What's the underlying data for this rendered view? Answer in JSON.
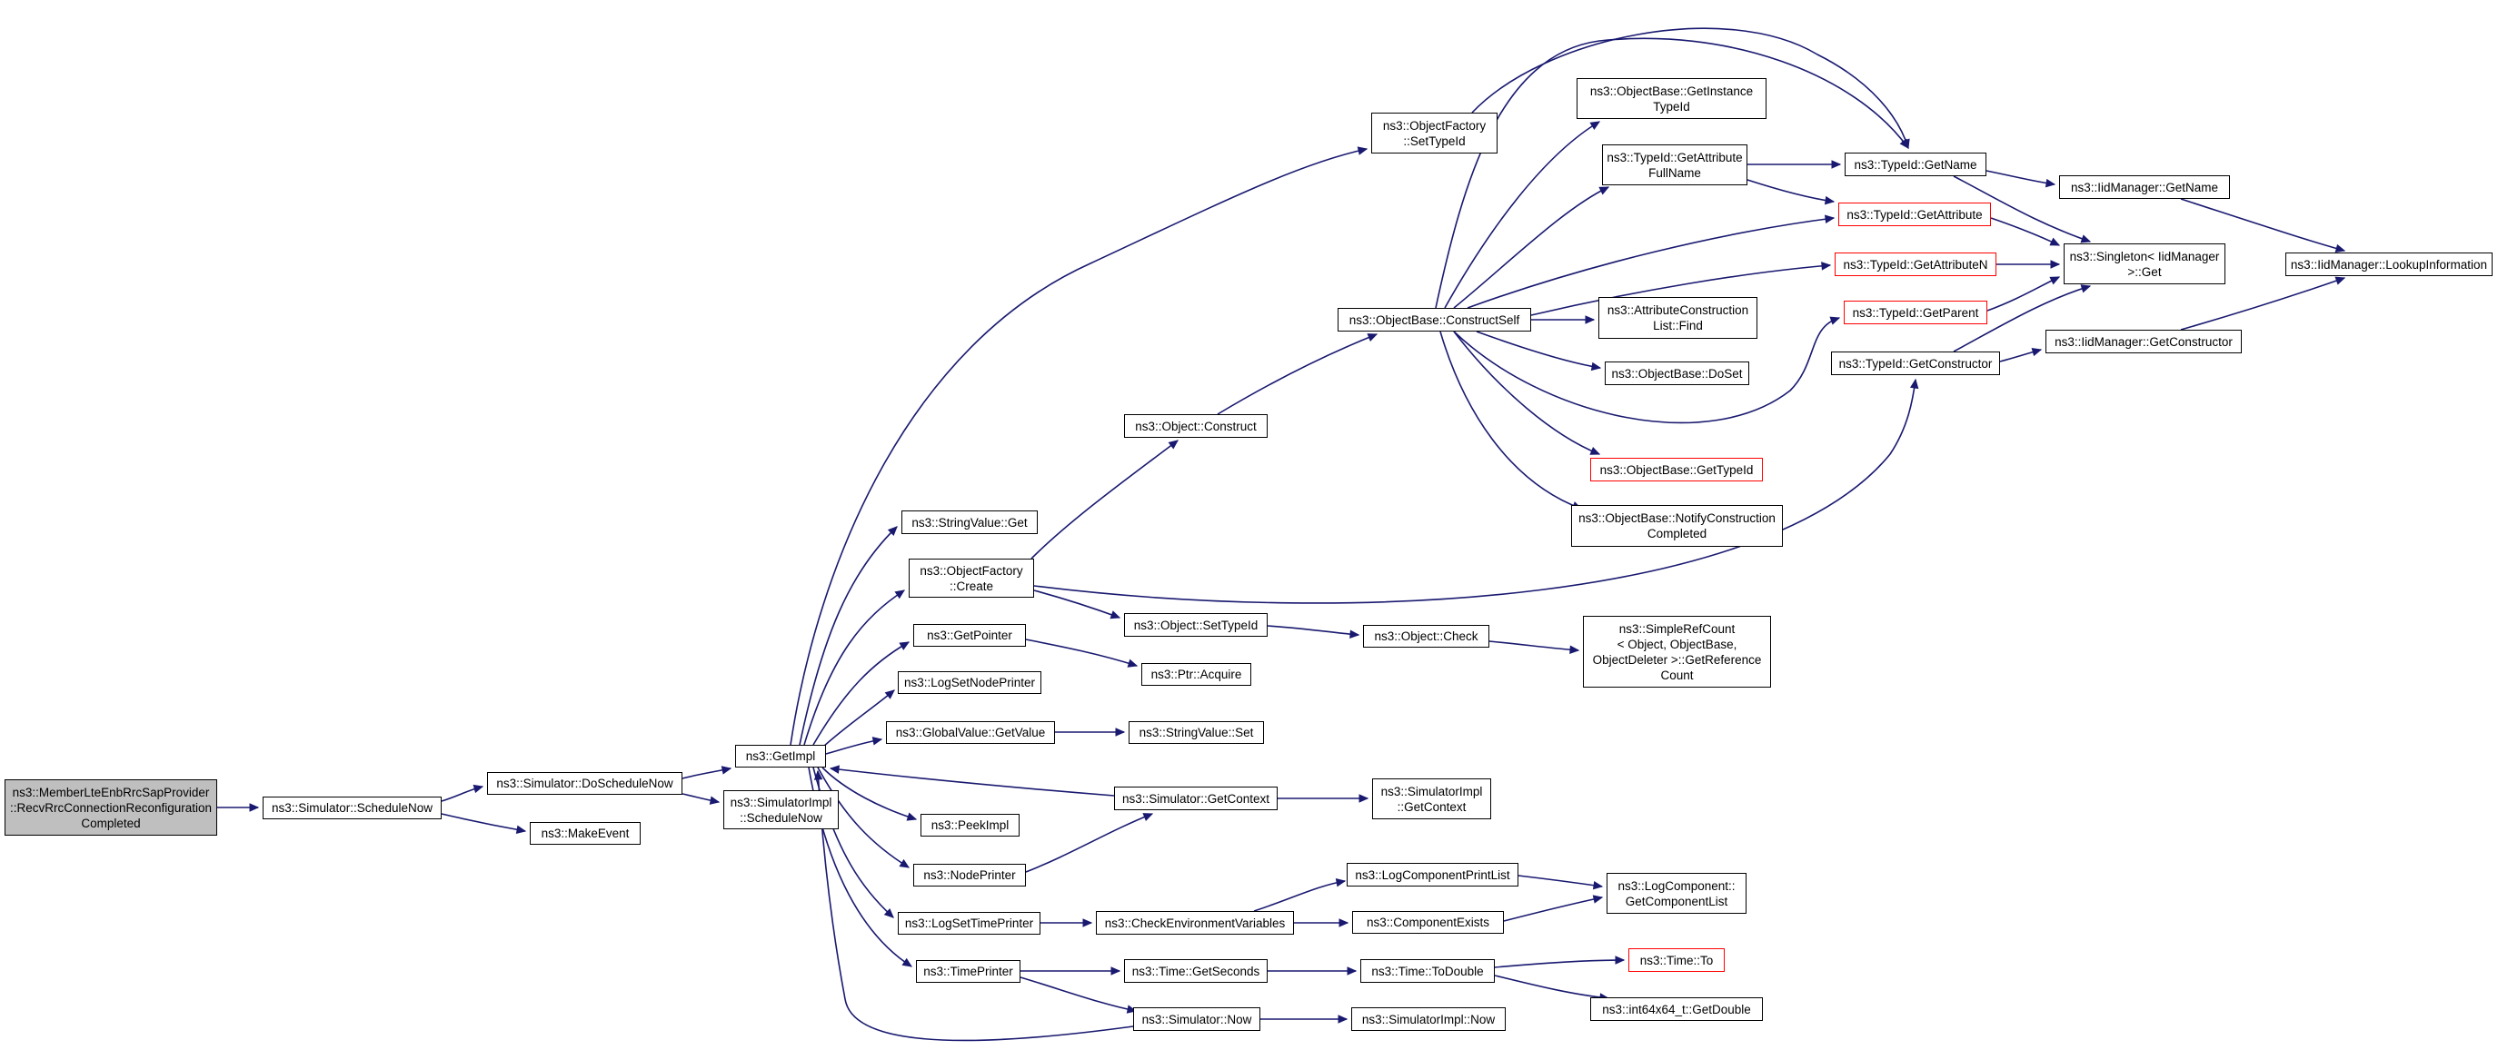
{
  "nodes": {
    "root": "ns3::MemberLteEnbRrcSapProvider\n::RecvRrcConnectionReconfiguration\nCompleted",
    "scheduleNow": "ns3::Simulator::ScheduleNow",
    "doScheduleNow": "ns3::Simulator::DoScheduleNow",
    "makeEvent": "ns3::MakeEvent",
    "getImpl": "ns3::GetImpl",
    "simImplScheduleNow": "ns3::SimulatorImpl\n::ScheduleNow",
    "stringValueGet": "ns3::StringValue::Get",
    "objectFactoryCreate": "ns3::ObjectFactory\n::Create",
    "getPointer": "ns3::GetPointer",
    "logSetNodePrinter": "ns3::LogSetNodePrinter",
    "globalValueGetValue": "ns3::GlobalValue::GetValue",
    "peekImpl": "ns3::PeekImpl",
    "nodePrinter": "ns3::NodePrinter",
    "logSetTimePrinter": "ns3::LogSetTimePrinter",
    "timePrinter": "ns3::TimePrinter",
    "objectFactorySetTypeId": "ns3::ObjectFactory\n::SetTypeId",
    "objectConstruct": "ns3::Object::Construct",
    "objectSetTypeId": "ns3::Object::SetTypeId",
    "ptrAcquire": "ns3::Ptr::Acquire",
    "stringValueSet": "ns3::StringValue::Set",
    "simulatorGetContext": "ns3::Simulator::GetContext",
    "checkEnvVars": "ns3::CheckEnvironmentVariables",
    "timeGetSeconds": "ns3::Time::GetSeconds",
    "simulatorNow": "ns3::Simulator::Now",
    "objectBaseConstructSelf": "ns3::ObjectBase::ConstructSelf",
    "objectCheck": "ns3::Object::Check",
    "simImplGetContext": "ns3::SimulatorImpl\n::GetContext",
    "logComponentPrintList": "ns3::LogComponentPrintList",
    "componentExists": "ns3::ComponentExists",
    "timeToDouble": "ns3::Time::ToDouble",
    "simImplNow": "ns3::SimulatorImpl::Now",
    "getInstanceTypeId": "ns3::ObjectBase::GetInstance\nTypeId",
    "getAttributeFullName": "ns3::TypeId::GetAttribute\nFullName",
    "attrConstructionListFind": "ns3::AttributeConstruction\nList::Find",
    "objectBaseDoSet": "ns3::ObjectBase::DoSet",
    "objectBaseGetTypeId": "ns3::ObjectBase::GetTypeId",
    "notifyConstructionCompleted": "ns3::ObjectBase::NotifyConstruction\nCompleted",
    "simpleRefCount": "ns3::SimpleRefCount\n< Object, ObjectBase,\n ObjectDeleter >::GetReference\nCount",
    "logComponentGetList": "ns3::LogComponent::\nGetComponentList",
    "timeTo": "ns3::Time::To",
    "int64GetDouble": "ns3::int64x64_t::GetDouble",
    "typeIdGetName": "ns3::TypeId::GetName",
    "typeIdGetAttribute": "ns3::TypeId::GetAttribute",
    "typeIdGetAttributeN": "ns3::TypeId::GetAttributeN",
    "typeIdGetParent": "ns3::TypeId::GetParent",
    "typeIdGetConstructor": "ns3::TypeId::GetConstructor",
    "iidManagerGetName": "ns3::IidManager::GetName",
    "singletonGet": "ns3::Singleton< IidManager\n >::Get",
    "iidManagerGetConstructor": "ns3::IidManager::GetConstructor",
    "iidManagerLookupInformation": "ns3::IidManager::LookupInformation"
  },
  "colors": {
    "edge": "#191970",
    "root_fill": "#bfbfbf",
    "node_border": "#000000",
    "truncated_border": "#ff0000"
  }
}
